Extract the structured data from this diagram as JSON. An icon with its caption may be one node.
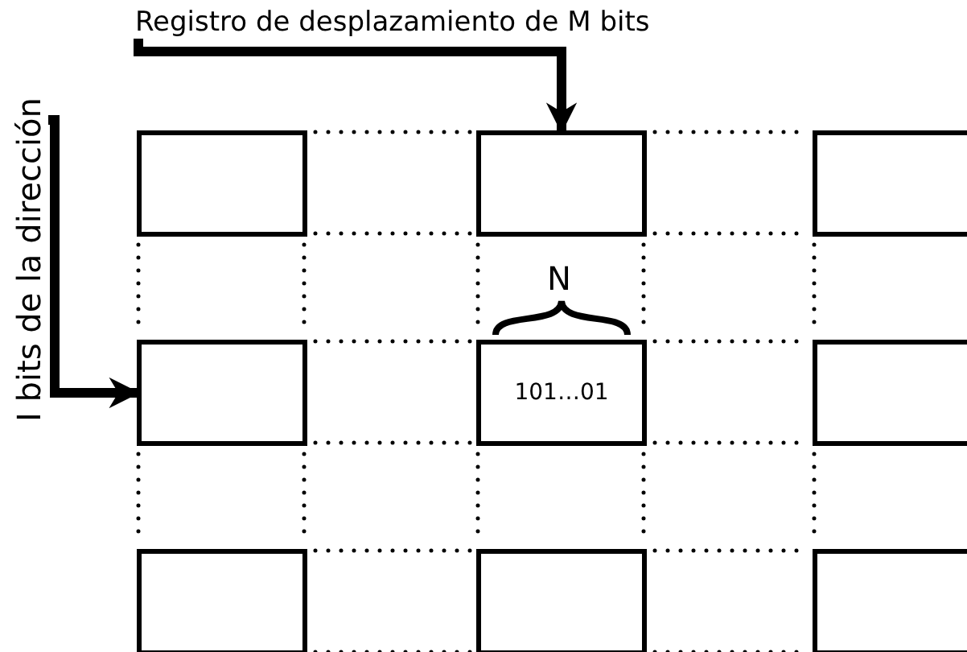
{
  "diagram": {
    "nodes": [
      {
        "text": [
          "Registro de desplazamiento de M bits"
        ]
      },
      {
        "text": [
          "I bits de la dirección"
        ]
      },
      {
        "text": [],
        "shape": "box"
      },
      {
        "text": [],
        "shape": "box"
      },
      {
        "text": [],
        "shape": "box"
      },
      {
        "text": [],
        "shape": "box"
      },
      {
        "text": [
          "101…01"
        ]
      },
      {
        "text": [],
        "shape": "box"
      },
      {
        "text": [],
        "shape": "box"
      },
      {
        "text": [],
        "shape": "box"
      },
      {
        "text": [],
        "shape": "box"
      }
    ],
    "edges": [
      {
        "from": 0,
        "to": 3,
        "arrow": "to"
      },
      {
        "from": 1,
        "to": 5,
        "arrow": "to"
      }
    ],
    "labels": [
      "N"
    ]
  }
}
